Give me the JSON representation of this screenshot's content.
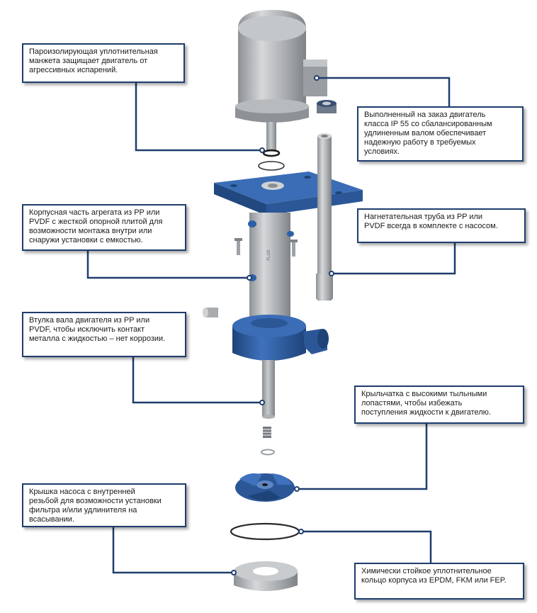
{
  "colors": {
    "leader": "#1f3d6e",
    "box_border": "#1f3d6e",
    "pump_blue": "#2d5fa6",
    "pump_blue_dark": "#1e4378",
    "motor_grey": "#a9acaf",
    "shaft_grey": "#9ea2a6"
  },
  "callouts": {
    "vapor_seal": "Пароизолирующая уплотнительная\nманжета защищает двигатель от\nагрессивных испарений.",
    "motor": "Выполненный на заказ двигатель\nкласса IP 55 со сбалансированным\nудлиненным валом обеспечивает\nнадежную работу в требуемых\nусловиях.",
    "housing": "Корпусная часть агрегата из PP или\nPVDF с жесткой опорной плитой для\nвозможности монтажа внутри или\nснаружи установки с емкостью.",
    "discharge_pipe": "Нагнетательная труба из PP или\nPVDF всегда в комплекте с насосом.",
    "shaft_sleeve": "Втулка вала двигателя из PP или\nPVDF, чтобы исключить контакт\nметалла с жидкостью – нет коррозии.",
    "impeller": "Крыльчатка с высокими тыльными\nлопастями, чтобы избежать\nпоступления жидкости к двигателю.",
    "pump_cover": "Крышка насоса с внутренней\nрезьбой для возможности установки\nфильтра и/или удлинителя на\nвсасывании.",
    "oring": "Химически стойкое уплотнительное\nкольцо корпуса из EPDM, FKM или FEP."
  },
  "housing_mark": "FLUX"
}
